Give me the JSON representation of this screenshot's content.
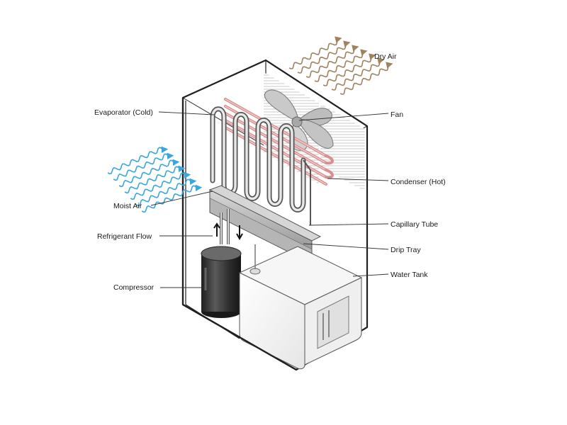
{
  "labels": {
    "dry_air": "Dry Air",
    "fan": "Fan",
    "evaporator": "Evaporator (Cold)",
    "condenser": "Condenser (Hot)",
    "moist_air": "Moist Air",
    "capillary_tube": "Capillary Tube",
    "refrigerant_flow": "Refrigerant Flow",
    "drip_tray": "Drip Tray",
    "water_tank": "Water Tank",
    "compressor": "Compressor"
  },
  "colors": {
    "moist_air_arrows": "#3aa6e0",
    "dry_air_arrows": "#a0835e",
    "condenser_coil": "#d98f8f",
    "evaporator_coil": "#9a9a9a",
    "compressor": "#3d3d3d",
    "outline": "#1f1f1f"
  }
}
